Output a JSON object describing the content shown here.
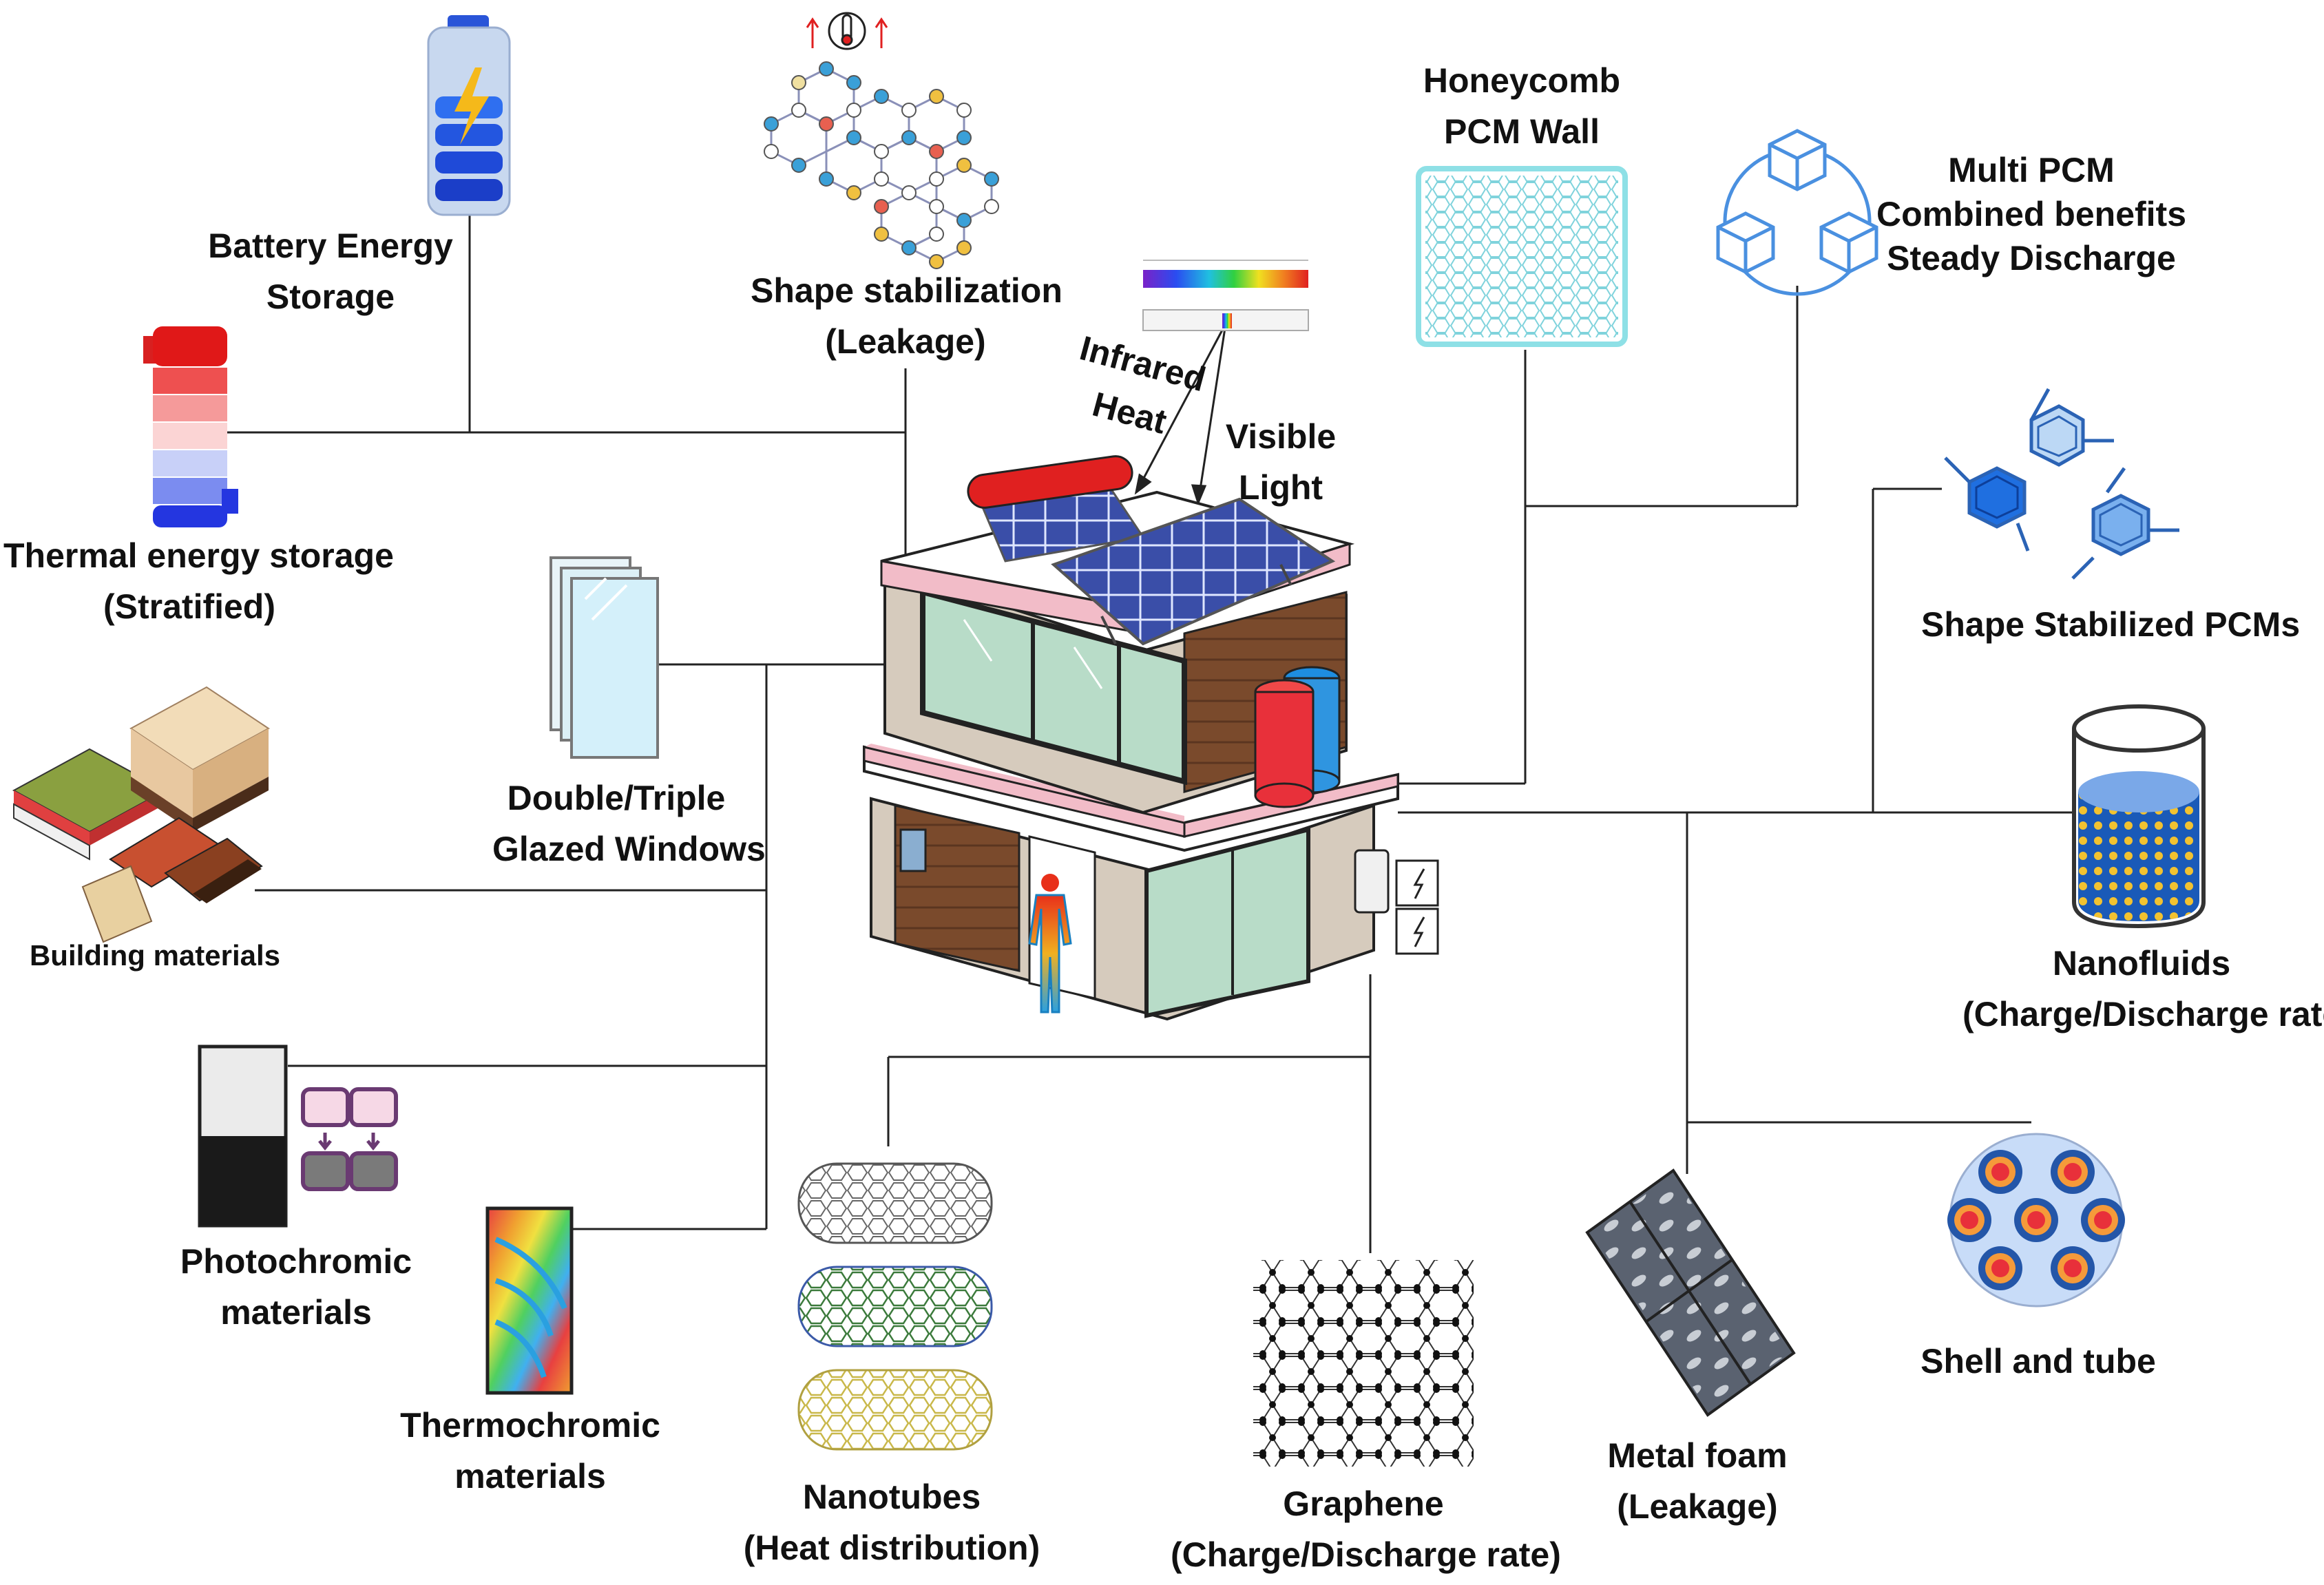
{
  "labels": {
    "battery": {
      "line1": "Battery Energy",
      "line2": "Storage"
    },
    "shape_stab": {
      "line1": "Shape stabilization",
      "line2": "(Leakage)"
    },
    "honeycomb": {
      "line1": "Honeycomb",
      "line2": "PCM Wall"
    },
    "multi_pcm": {
      "line1": "Multi PCM",
      "line2": "Combined benefits",
      "line3": "Steady Discharge"
    },
    "thermal": {
      "line1": "Thermal energy storage",
      "line2": "(Stratified)"
    },
    "infrared": {
      "line1": "Infrared",
      "line2": "Heat"
    },
    "visible": {
      "line1": "Visible",
      "line2": "Light"
    },
    "ss_pcms": "Shape Stabilized PCMs",
    "windows": {
      "line1": "Double/Triple",
      "line2": "Glazed Windows"
    },
    "building_materials": "Building materials",
    "nanofluids": {
      "line1": "Nanofluids",
      "line2": "(Charge/Discharge rate)"
    },
    "photochromic": {
      "line1": "Photochromic",
      "line2": "materials"
    },
    "thermochromic": {
      "line1": "Thermochromic",
      "line2": "materials"
    },
    "nanotubes": {
      "line1": "Nanotubes",
      "line2": "(Heat distribution)"
    },
    "graphene": {
      "line1": "Graphene",
      "line2": "(Charge/Discharge rate)"
    },
    "metal_foam": {
      "line1": "Metal foam",
      "line2": "(Leakage)"
    },
    "shell_tube": "Shell and tube"
  },
  "icons": {
    "battery": "battery-icon",
    "thermal_tank": "thermal-tank-icon",
    "lattice": "molecular-lattice-icon",
    "spectrum": "light-spectrum-icon",
    "honeycomb": "honeycomb-panel-icon",
    "cubes": "multi-pcm-cubes-icon",
    "hexagons": "shape-stabilized-hexagons-icon",
    "window": "glazed-window-icon",
    "materials": "building-materials-icon",
    "nanofluid": "nanofluid-beaker-icon",
    "photochromic": "photochromic-glasses-icon",
    "thermochromic": "thermochromic-swatch-icon",
    "nanotubes": "nanotubes-icon",
    "graphene": "graphene-sheet-icon",
    "metal_foam": "metal-foam-icon",
    "shell_tube": "shell-and-tube-icon",
    "house": "smart-house-icon"
  },
  "colors": {
    "line": "#222222",
    "pink": "#f2bcc8",
    "glass": "#b8dcc8",
    "wood": "#7a4a2c",
    "solar": "#3a4ea8",
    "red": "#e8303a",
    "blue": "#2f95e0",
    "cyan": "#8ee0e6",
    "sky": "#4a90e0"
  }
}
